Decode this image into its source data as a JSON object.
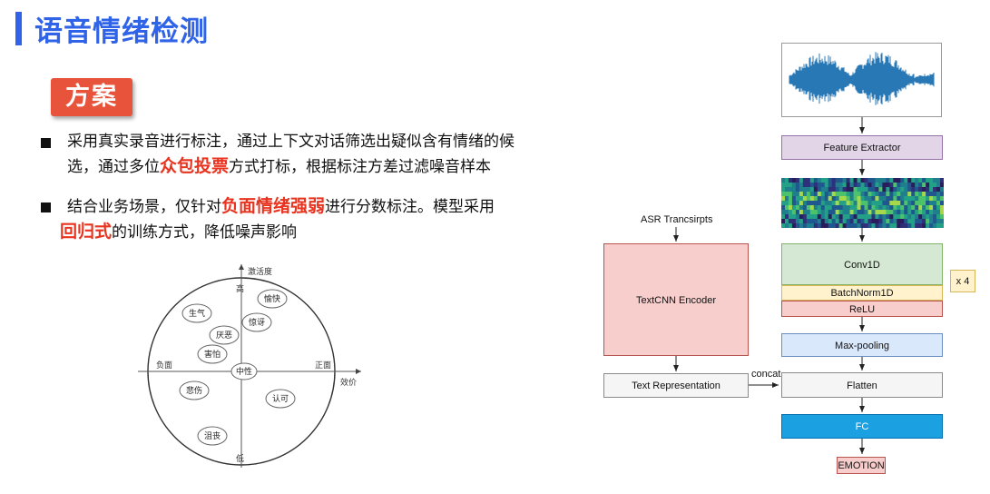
{
  "header": {
    "title": "语音情绪检测"
  },
  "section": {
    "badge": "方案"
  },
  "bullets": [
    {
      "line1": "采用真实录音进行标注，通过上下文对话筛选出疑似含有情绪的候",
      "line2_pre": "选，通过多位",
      "line2_hl": "众包投票",
      "line2_post": "方式打标，根据标注方差过滤噪音样本"
    },
    {
      "line1_pre": "结合业务场景，仅针对",
      "line1_hl": "负面情绪强弱",
      "line1_post": "进行分数标注。模型采用",
      "line2_hl": "回归式",
      "line2_post": "的训练方式，降低噪声影响"
    }
  ],
  "emotion_map": {
    "axis_y_top": "激活度",
    "axis_x_right": "效价",
    "high": "高",
    "low": "低",
    "negative": "负面",
    "positive": "正面",
    "center": "中性",
    "emotions": [
      "生气",
      "厌恶",
      "害怕",
      "愉快",
      "惊讶",
      "悲伤",
      "认可",
      "沮丧"
    ]
  },
  "architecture": {
    "asr_label": "ASR Trancsirpts",
    "textcnn": "TextCNN Encoder",
    "text_repr": "Text Representation",
    "concat": "concat",
    "feature_extractor": "Feature Extractor",
    "conv1d": "Conv1D",
    "batchnorm": "BatchNorm1D",
    "relu": "ReLU",
    "repeat": "x 4",
    "maxpool": "Max-pooling",
    "flatten": "Flatten",
    "fc": "FC",
    "emotion": "EMOTION"
  },
  "colors": {
    "title": "#2f63e8",
    "highlight": "#e8331f",
    "badge": "#e8533b",
    "feature_box": "#e1d5e7",
    "conv_box": "#d5e8d4",
    "batchnorm_box": "#fff2cc",
    "relu_box": "#f8cecc",
    "maxpool_box": "#dae8fc",
    "fc_box": "#1ba1e2",
    "textcnn_box": "#f8cecc",
    "emotion_box": "#f8cecc",
    "waveform": "#2878b5"
  }
}
